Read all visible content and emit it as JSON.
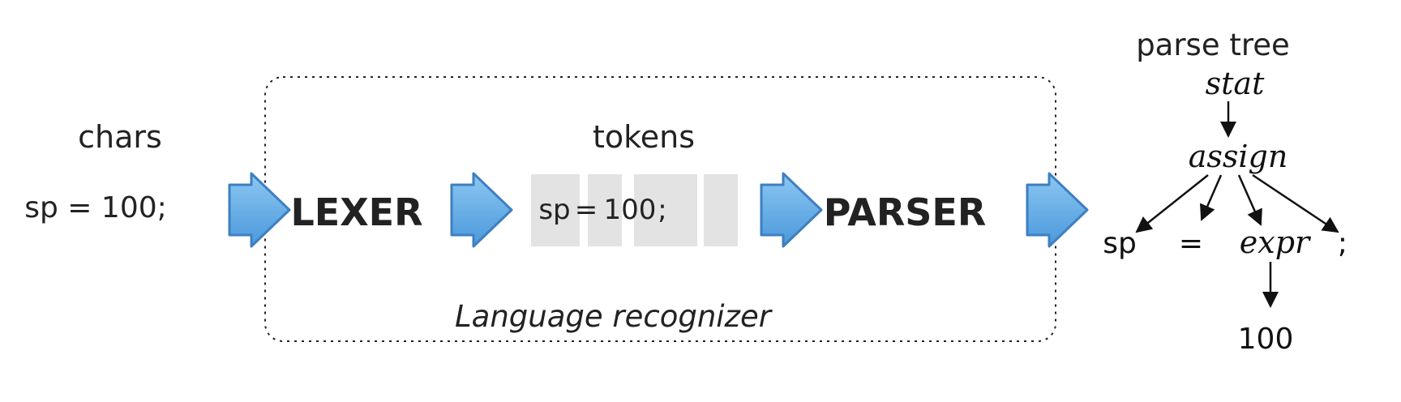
{
  "input": {
    "heading": "chars",
    "text": "sp = 100;"
  },
  "recognizer": {
    "label": "Language recognizer"
  },
  "lexer": {
    "label": "LEXER"
  },
  "tokens": {
    "heading": "tokens",
    "items": [
      "sp",
      "=",
      "100",
      ";"
    ]
  },
  "parser": {
    "label": "PARSER"
  },
  "parse_tree": {
    "heading": "parse tree",
    "root": "stat",
    "child": "assign",
    "children": [
      "sp",
      "=",
      "expr",
      ";"
    ],
    "expr_child": "100"
  },
  "colors": {
    "arrow_fill": "#5AA9E6",
    "arrow_stroke": "#3F7FC0",
    "token_box": "#E3E3E3",
    "text": "#222222"
  }
}
